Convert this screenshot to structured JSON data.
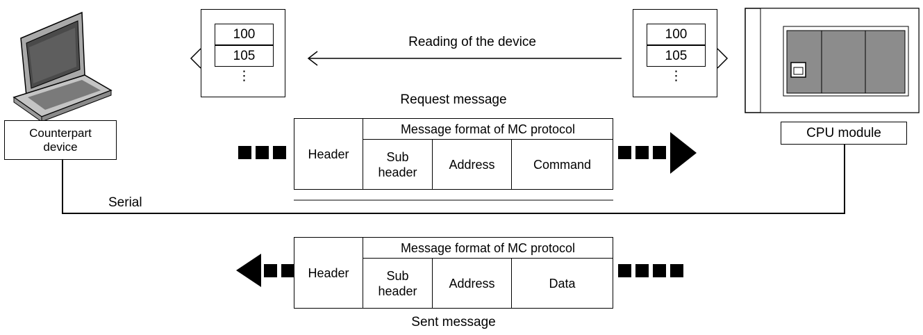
{
  "transfer_label": "Reading of the device",
  "device_values": {
    "left": [
      "100",
      "105",
      "⋮"
    ],
    "right": [
      "100",
      "105",
      "⋮"
    ]
  },
  "counterpart": {
    "line1": "Counterpart",
    "line2": "device"
  },
  "cpu_label": "CPU module",
  "connection_label": "Serial",
  "request": {
    "title": "Request message",
    "header": "Header",
    "format": "Message format of MC protocol",
    "sub_line1": "Sub",
    "sub_line2": "header",
    "address": "Address",
    "last_field": "Command"
  },
  "response": {
    "title": "Sent message",
    "header": "Header",
    "format": "Message format of MC protocol",
    "sub_line1": "Sub",
    "sub_line2": "header",
    "address": "Address",
    "last_field": "Data"
  },
  "colors": {
    "ink": "#000000",
    "laptop_body": "#b9b9b9",
    "screen": "#4a4a4a",
    "module": "#8c8c8c"
  }
}
